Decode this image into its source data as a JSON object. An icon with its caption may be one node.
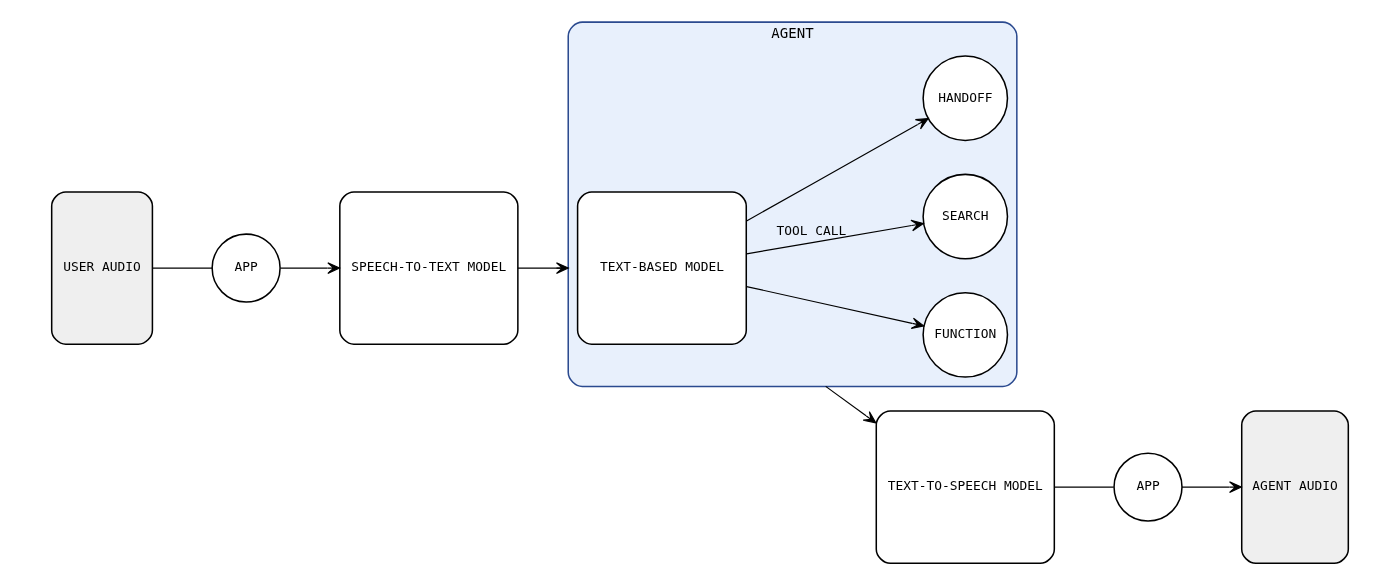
{
  "diagram": {
    "nodes": [
      {
        "text": [
          "USER AUDIO"
        ]
      },
      {
        "text": [
          "APP"
        ]
      },
      {
        "text": [
          "SPEECH-TO-TEXT MODEL"
        ]
      },
      {
        "text": [
          "AGENT"
        ]
      },
      {
        "text": [
          "TEXT-BASED MODEL"
        ],
        "in": 3
      },
      {
        "text": [
          "FUNCTION"
        ],
        "in": 3
      },
      {
        "text": [
          "SEARCH"
        ],
        "in": 3
      },
      {
        "text": [
          "HANDOFF"
        ],
        "in": 3
      },
      {
        "text": [
          "TEXT-TO-SPEECH MODEL"
        ]
      },
      {
        "text": [
          "APP"
        ]
      },
      {
        "text": [
          "AGENT AUDIO"
        ]
      }
    ],
    "edges": [
      {
        "from": 0,
        "to": 1,
        "arrow": "none"
      },
      {
        "from": 1,
        "to": 2,
        "arrow": "to"
      },
      {
        "from": 2,
        "to": 3,
        "arrow": "to"
      },
      {
        "from": 4,
        "to": 5,
        "arrow": "to"
      },
      {
        "from": 4,
        "to": 6,
        "arrow": "to",
        "label": "TOOL CALL"
      },
      {
        "from": 4,
        "to": 7,
        "arrow": "to"
      },
      {
        "from": 3,
        "to": 8,
        "arrow": "to"
      },
      {
        "from": 8,
        "to": 9,
        "arrow": "none"
      },
      {
        "from": 9,
        "to": 10,
        "arrow": "to"
      }
    ]
  }
}
